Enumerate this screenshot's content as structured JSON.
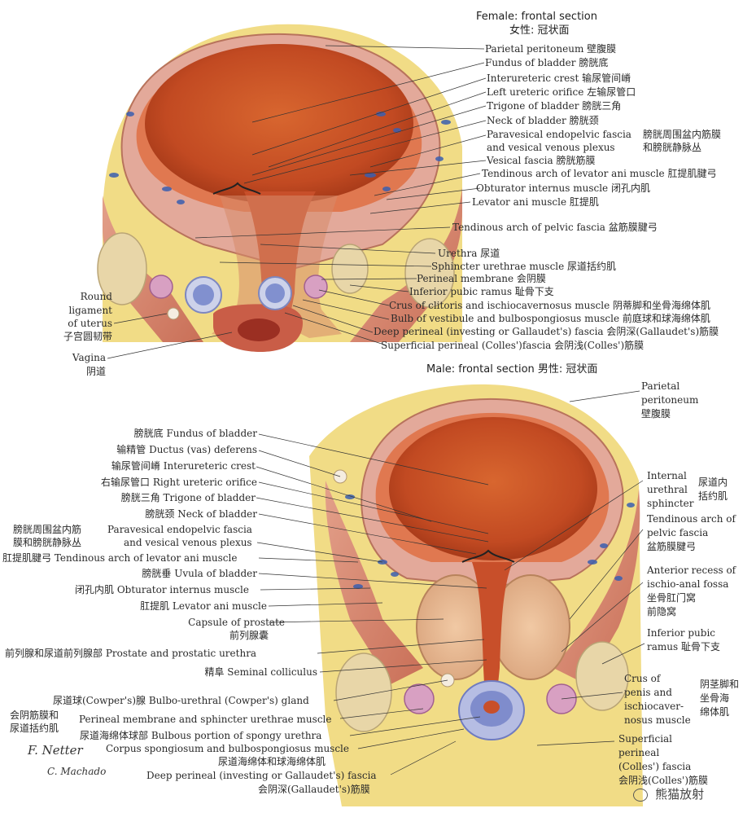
{
  "female": {
    "title_en": "Female: frontal section",
    "title_zh": "女性: 冠状面",
    "labels": [
      "Parietal peritoneum 壁腹膜",
      "Fundus of bladder 膀胱底",
      "Interureteric crest 输尿管间嵴",
      "Left ureteric orifice 左输尿管口",
      "Trigone of bladder 膀胱三角",
      "Neck of bladder 膀胱颈",
      "Paravesical endopelvic fascia",
      "and vesical venous plexus",
      "膀胱周围盆内筋膜",
      "和膀胱静脉丛",
      "Vesical fascia 膀胱筋膜",
      "Tendinous arch of levator ani muscle 肛提肌腱弓",
      "Obturator internus muscle 闭孔内肌",
      "Levator ani muscle 肛提肌",
      "Tendinous arch of pelvic fascia 盆筋膜腱弓",
      "Urethra 尿道",
      "Sphincter urethrae muscle 尿道括约肌",
      "Perineal membrane 会阴膜",
      "Inferior pubic ramus 耻骨下支",
      "Crus of clitoris and ischiocavernosus muscle 阴蒂脚和坐骨海绵体肌",
      "Bulb of vestibule and bulbospongiosus muscle 前庭球和球海绵体肌",
      "Deep perineal (investing or Gallaudet's) fascia 会阴深(Gallaudet's)筋膜",
      "Superficial perineal (Colles')fascia 会阴浅(Colles')筋膜"
    ],
    "left_labels": [
      "Round",
      "ligament",
      "of uterus",
      "子宫圆韧带",
      "Vagina",
      "阴道"
    ]
  },
  "male": {
    "title": "Male: frontal section 男性: 冠状面",
    "left_labels": [
      "膀胱底 Fundus of bladder",
      "输精管 Ductus (vas) deferens",
      "输尿管间嵴 Interureteric crest",
      "右输尿管口 Right ureteric orifice",
      "膀胱三角 Trigone of bladder",
      "膀胱颈 Neck of bladder",
      "膀胱周围盆内筋",
      "膜和膀胱静脉丛",
      "Paravesical endopelvic fascia",
      "and vesical venous plexus",
      "肛提肌腱弓 Tendinous arch of levator ani muscle",
      "膀胱垂 Uvula of bladder",
      "闭孔内肌 Obturator internus muscle",
      "肛提肌 Levator ani muscle",
      "Capsule of prostate",
      "前列腺囊",
      "前列腺和尿道前列腺部 Prostate and prostatic urethra",
      "精阜 Seminal colliculus",
      "尿道球(Cowper's)腺 Bulbo-urethral (Cowper's) gland",
      "会阴筋膜和",
      "尿道括约肌",
      "Perineal membrane and sphincter urethrae muscle",
      "尿道海绵体球部 Bulbous portion of spongy urethra",
      "Corpus spongiosum and bulbospongiosus muscle",
      "尿道海绵体和球海绵体肌",
      "Deep perineal (investing or Gallaudet's) fascia",
      "会阴深(Gallaudet's)筋膜"
    ],
    "right_labels": [
      "Parietal",
      "peritoneum",
      "壁腹膜",
      "Internal",
      "urethral",
      "sphincter",
      "尿道内",
      "括约肌",
      "Tendinous arch of",
      "pelvic fascia",
      "盆筋膜腱弓",
      "Anterior recess of",
      "ischio-anal fossa",
      "坐骨肛门窝",
      "前隐窝",
      "Inferior pubic",
      "ramus 耻骨下支",
      "Crus of",
      "penis and",
      "ischiocaver-",
      "nosus muscle",
      "阴茎脚和",
      "坐骨海",
      "绵体肌",
      "Superficial",
      "perineal",
      "(Colles') fascia",
      "会阴浅(Colles')筋膜"
    ]
  },
  "signature": [
    "F. Netter",
    "C. Machado"
  ],
  "watermark": "熊猫放射",
  "colors": {
    "bladder": "#c8542b",
    "muscle": "#d98a70",
    "fat": "#f3e08a",
    "bone": "#e8d6a8",
    "vein": "#3a5fb0"
  }
}
